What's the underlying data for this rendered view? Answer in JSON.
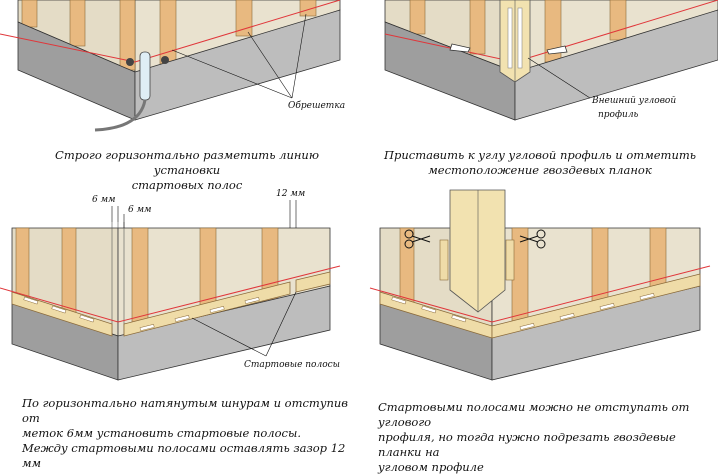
{
  "panels": [
    {
      "labels": [
        "Обрешетка"
      ],
      "caption": [
        "Строго горизонтально разметить линию установки",
        "стартовых полос"
      ]
    },
    {
      "labels": [
        "Внешний угловой",
        "профиль"
      ],
      "caption": [
        "Приставить к углу угловой профиль и отметить",
        "местоположение гвоздевых планок"
      ]
    },
    {
      "labels": [
        "6 мм",
        "6 мм",
        "12 мм",
        "Стартовые полосы"
      ],
      "caption": [
        "По горизонтально натянутым шнурам и отступив от",
        "меток 6мм установить стартовые полосы.",
        "Между стартовыми полосами оставлять зазор 12 мм"
      ]
    },
    {
      "labels": [],
      "caption": [
        "Стартовыми полосами можно не отступать от углового",
        "профиля, но тогда нужно подрезать гвоздевые планки на",
        "угловом профиле"
      ]
    }
  ],
  "colors": {
    "wall": "#e4dcc6",
    "batten": "#e8b980",
    "foundation": "#bdbdbd",
    "foundation_side": "#9e9e9e",
    "line": "#e0363a",
    "strip": "#efdca8",
    "profile": "#f2e2b0"
  }
}
